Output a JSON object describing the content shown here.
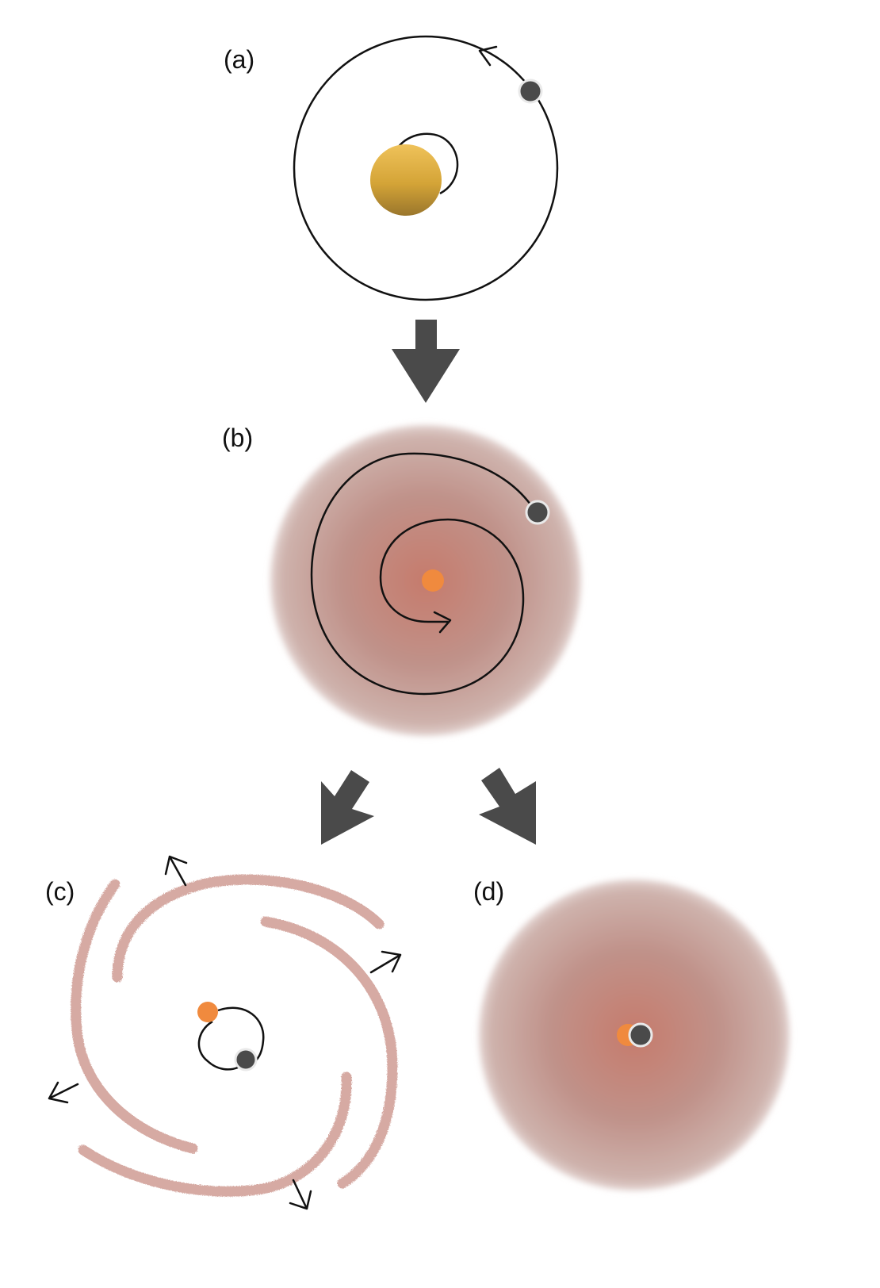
{
  "panels": {
    "a": {
      "label": "(a)"
    },
    "b": {
      "label": "(b)"
    },
    "c": {
      "label": "(c)"
    },
    "d": {
      "label": "(d)"
    }
  },
  "colors": {
    "companion": "#4a4a4a",
    "giant_star": "#d4a437",
    "core": "#f08a3e",
    "envelope": "#c48a80",
    "ejecta": "#d6aaa3",
    "flow_arrow": "#4a4a4a",
    "orbit_line": "#111111"
  }
}
